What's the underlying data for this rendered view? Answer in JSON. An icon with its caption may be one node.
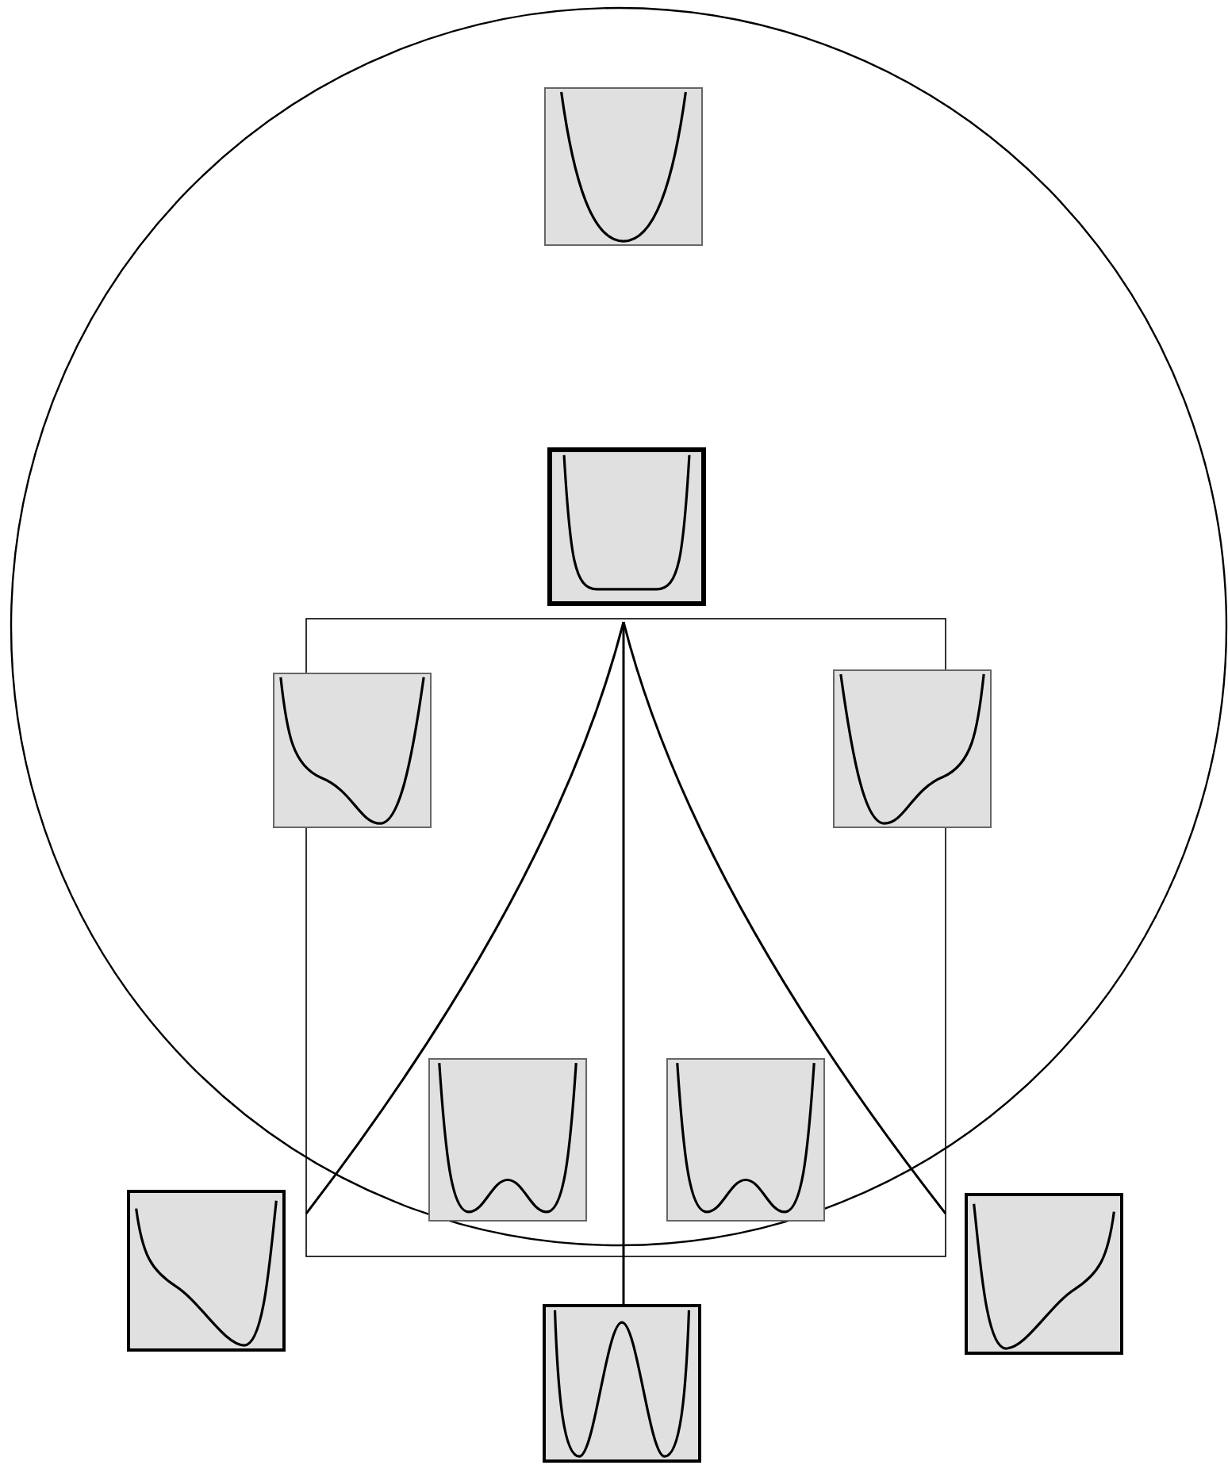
{
  "diagram": {
    "nodes": [
      {
        "text": [],
        "shape": "picture"
      },
      {
        "text": [],
        "shape": "picture"
      },
      {
        "text": [],
        "shape": "picture"
      },
      {
        "text": [],
        "shape": "picture"
      },
      {
        "text": [],
        "shape": "picture"
      },
      {
        "text": [],
        "shape": "picture"
      },
      {
        "text": [],
        "shape": "picture"
      },
      {
        "text": [],
        "shape": "picture"
      },
      {
        "text": [],
        "shape": "picture"
      }
    ]
  }
}
